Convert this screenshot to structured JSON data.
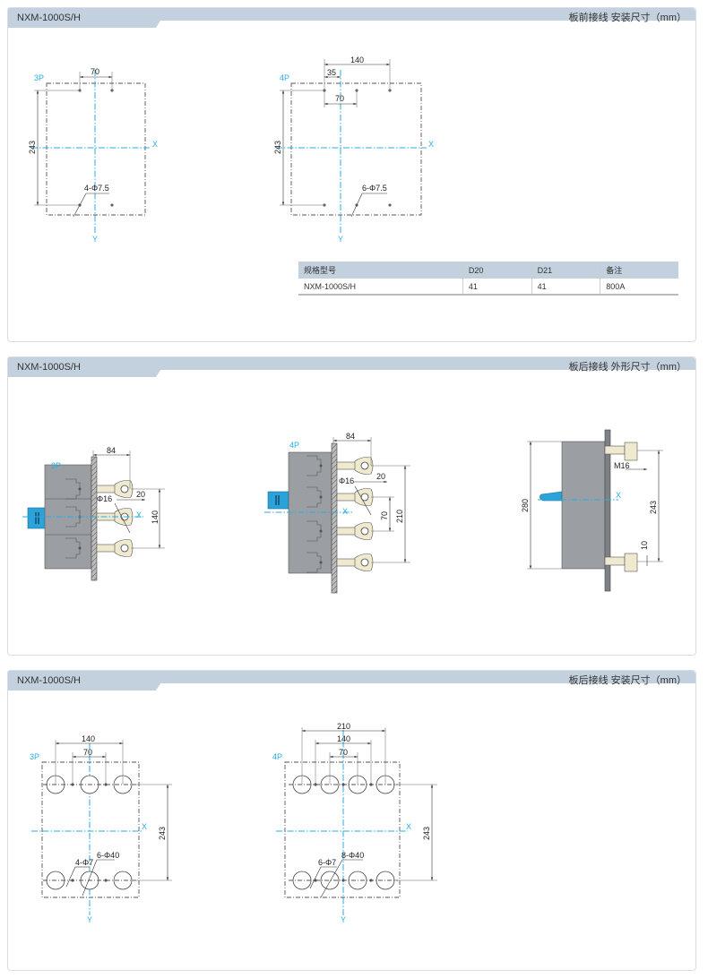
{
  "panels": [
    {
      "model": "NXM-1000S/H",
      "note": "板前接线  安装尺寸（mm）"
    },
    {
      "model": "NXM-1000S/H",
      "note": "板后接线  外形尺寸（mm）"
    },
    {
      "model": "NXM-1000S/H",
      "note": "板后接线  安装尺寸（mm）"
    }
  ],
  "front_mount": {
    "p3": {
      "label": "3P",
      "dim_w": "70",
      "dim_h": "243",
      "holes": "4-Φ7.5",
      "x": "X",
      "y": "Y"
    },
    "p4": {
      "label": "4P",
      "dim_140": "140",
      "dim_35": "35",
      "dim_70": "70",
      "dim_h": "243",
      "holes": "6-Φ7.5",
      "x": "X",
      "y": "Y"
    }
  },
  "table": {
    "headers": [
      "规格型号",
      "D20",
      "D21",
      "备注"
    ],
    "rows": [
      [
        "NXM-1000S/H",
        "41",
        "41",
        "800A"
      ]
    ]
  },
  "rear_outline": {
    "p3": {
      "label": "3P",
      "d84": "84",
      "d20": "20",
      "phi": "Φ16",
      "d140": "140",
      "x": "X"
    },
    "p4": {
      "label": "4P",
      "d84": "84",
      "d20": "20",
      "phi": "Φ16",
      "d70": "70",
      "d210": "210",
      "x": "X"
    },
    "side": {
      "d280": "280",
      "d243": "243",
      "m16": "M16",
      "d10": "10",
      "x": "X"
    }
  },
  "rear_mount": {
    "p3": {
      "label": "3P",
      "d140": "140",
      "d70": "70",
      "d243": "243",
      "small": "4-Φ7",
      "large": "6-Φ40",
      "x": "X",
      "y": "Y"
    },
    "p4": {
      "label": "4P",
      "d210": "210",
      "d140": "140",
      "d70": "70",
      "d243": "243",
      "small": "6-Φ7",
      "large": "8-Φ40",
      "x": "X",
      "y": "Y"
    }
  }
}
